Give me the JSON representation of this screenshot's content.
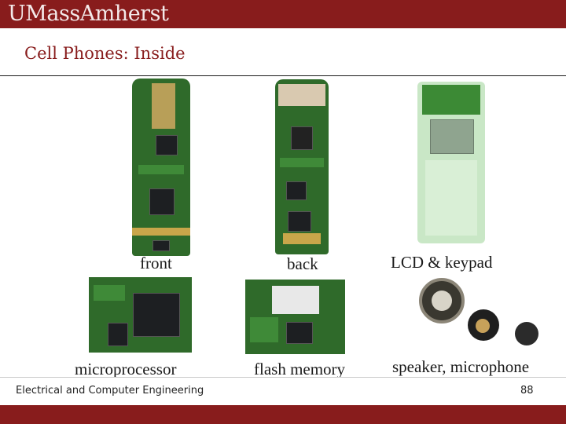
{
  "header": {
    "logo": "UMassAmherst",
    "title": "Cell Phones: Inside"
  },
  "photos": {
    "front": "front",
    "back": "back",
    "lcd_keypad": "LCD & keypad",
    "microprocessor": "microprocessor",
    "flash_memory": "flash memory",
    "speaker_microphone": "speaker, microphone"
  },
  "footer": {
    "text": "Electrical and Computer Engineering",
    "page": "88"
  },
  "colors": {
    "brand": "#881c1c",
    "board": "#2f6a2a"
  }
}
